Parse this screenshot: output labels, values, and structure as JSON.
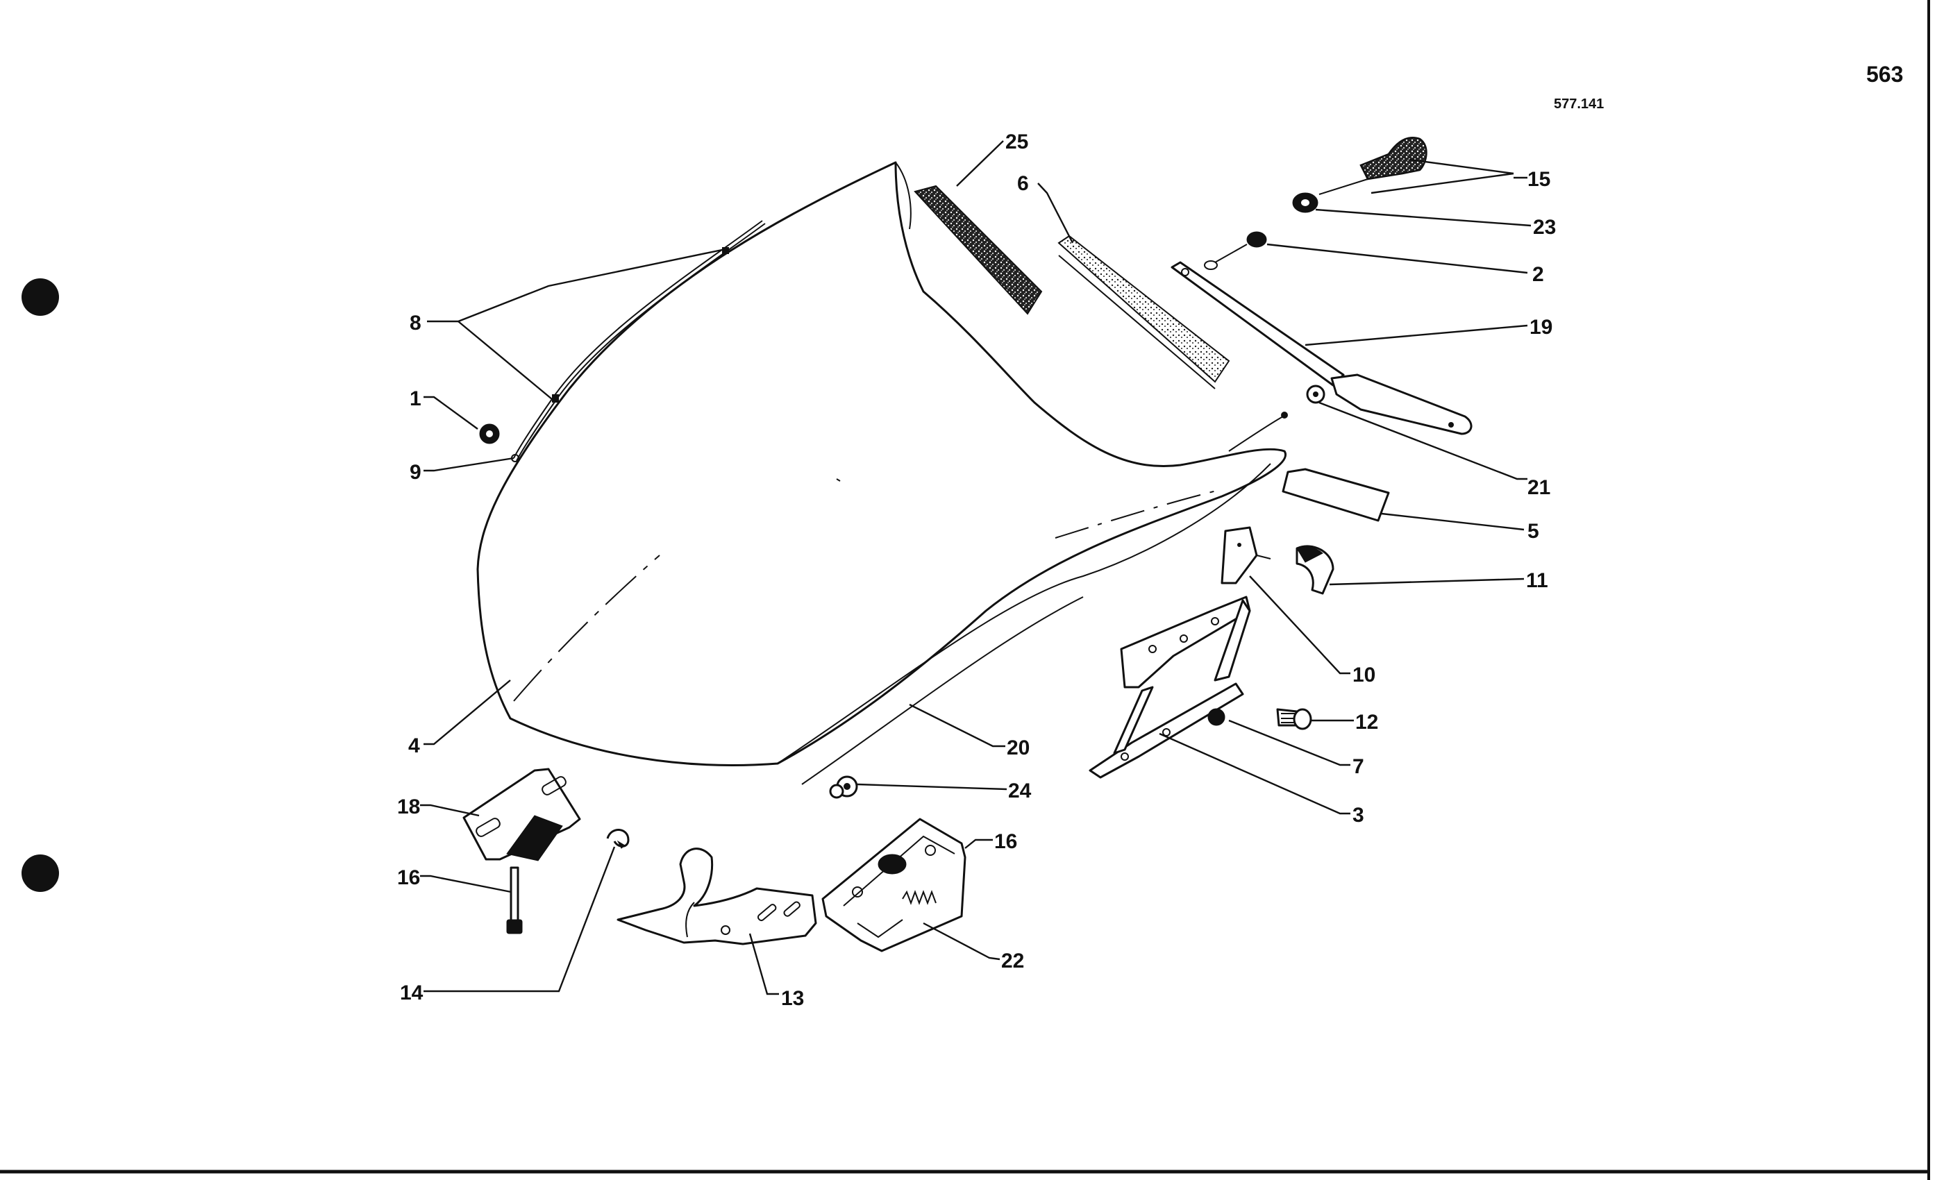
{
  "page": {
    "page_number": "563",
    "drawing_code": "577.141"
  },
  "callouts": [
    {
      "id": "c25",
      "label": "25"
    },
    {
      "id": "c6",
      "label": "6"
    },
    {
      "id": "c15",
      "label": "15"
    },
    {
      "id": "c23",
      "label": "23"
    },
    {
      "id": "c2",
      "label": "2"
    },
    {
      "id": "c19",
      "label": "19"
    },
    {
      "id": "c21",
      "label": "21"
    },
    {
      "id": "c5",
      "label": "5"
    },
    {
      "id": "c11",
      "label": "11"
    },
    {
      "id": "c10",
      "label": "10"
    },
    {
      "id": "c12",
      "label": "12"
    },
    {
      "id": "c7",
      "label": "7"
    },
    {
      "id": "c3",
      "label": "3"
    },
    {
      "id": "c8",
      "label": "8"
    },
    {
      "id": "c1",
      "label": "1"
    },
    {
      "id": "c9",
      "label": "9"
    },
    {
      "id": "c4",
      "label": "4"
    },
    {
      "id": "c20",
      "label": "20"
    },
    {
      "id": "c24",
      "label": "24"
    },
    {
      "id": "c18",
      "label": "18"
    },
    {
      "id": "c16a",
      "label": "16"
    },
    {
      "id": "c16b",
      "label": "16"
    },
    {
      "id": "c14",
      "label": "14"
    },
    {
      "id": "c13",
      "label": "13"
    },
    {
      "id": "c22",
      "label": "22"
    }
  ],
  "colors": {
    "ink": "#111111",
    "paper": "#ffffff"
  },
  "icons": {
    "binder_hole": "filled-circle"
  }
}
